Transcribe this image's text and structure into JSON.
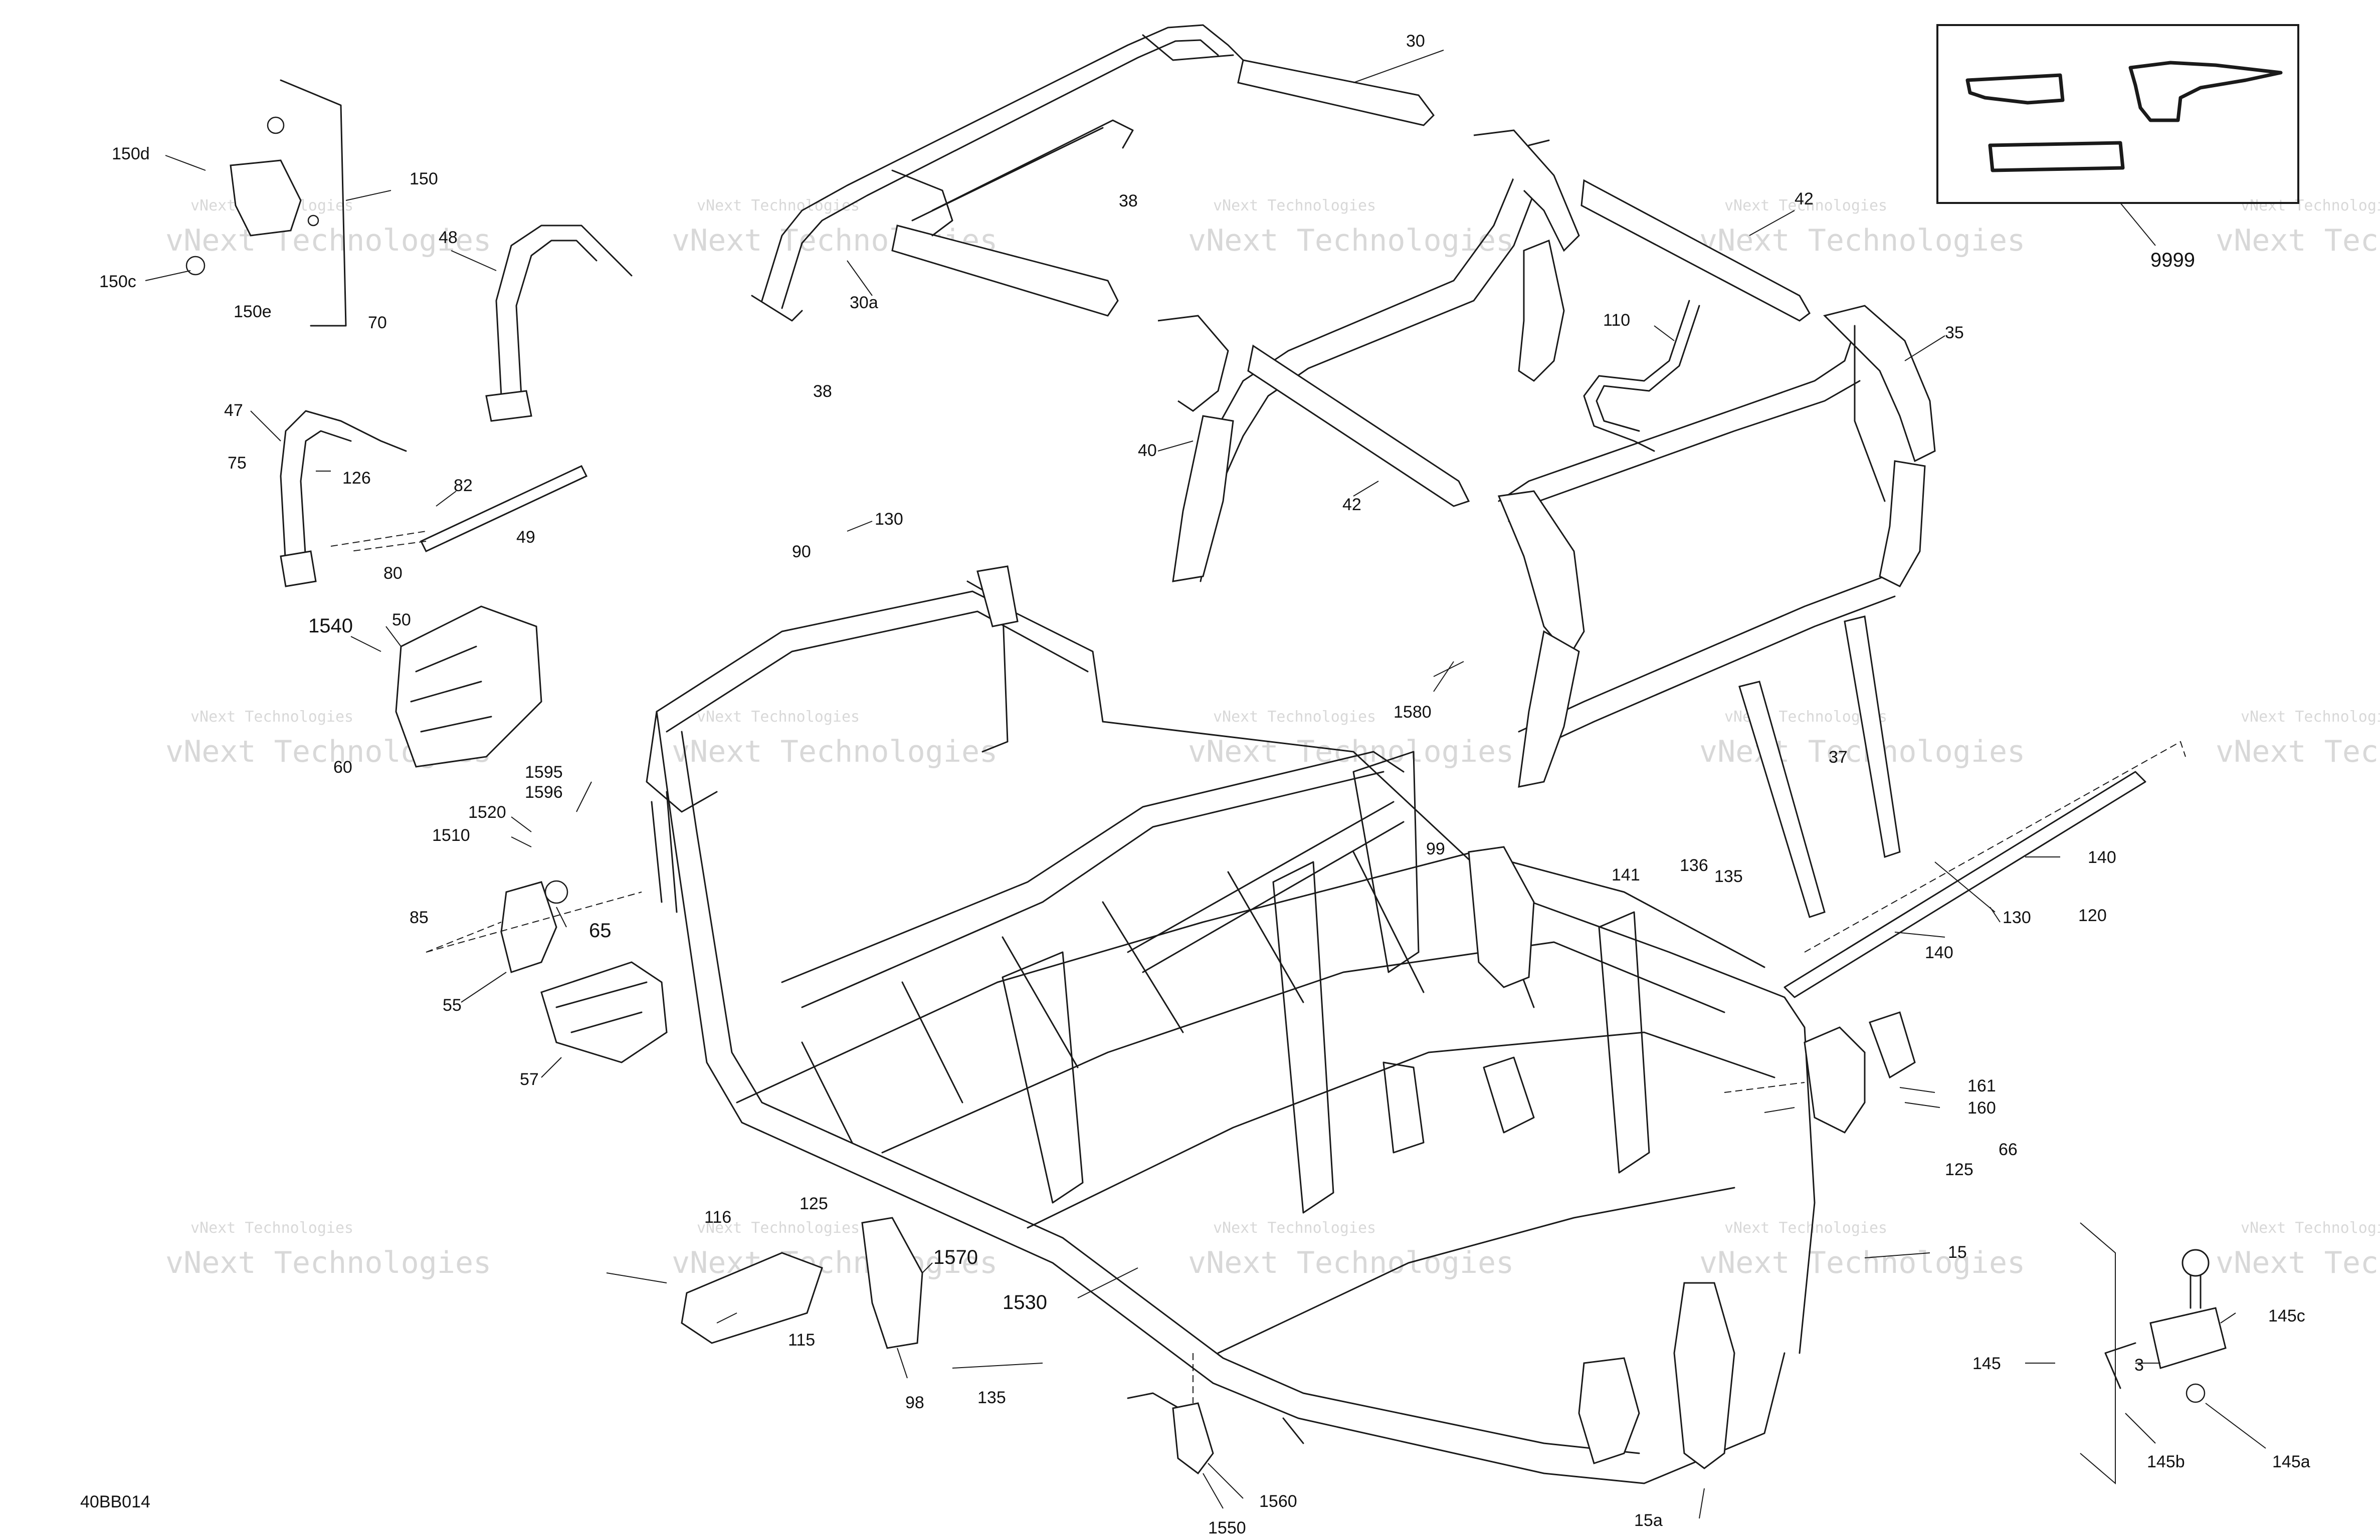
{
  "diagram_code": "40BB014",
  "watermark_text": "vNext Technologies",
  "callouts": [
    {
      "id": "30",
      "text": "30"
    },
    {
      "id": "30a",
      "text": "30a"
    },
    {
      "id": "38-top",
      "text": "38"
    },
    {
      "id": "38-mid",
      "text": "38"
    },
    {
      "id": "42-right",
      "text": "42"
    },
    {
      "id": "42-center",
      "text": "42"
    },
    {
      "id": "9999",
      "text": "9999"
    },
    {
      "id": "150",
      "text": "150"
    },
    {
      "id": "150d",
      "text": "150d"
    },
    {
      "id": "150c",
      "text": "150c"
    },
    {
      "id": "150e",
      "text": "150e"
    },
    {
      "id": "48",
      "text": "48"
    },
    {
      "id": "70",
      "text": "70"
    },
    {
      "id": "47",
      "text": "47"
    },
    {
      "id": "75",
      "text": "75"
    },
    {
      "id": "126",
      "text": "126"
    },
    {
      "id": "82",
      "text": "82"
    },
    {
      "id": "49",
      "text": "49"
    },
    {
      "id": "110",
      "text": "110"
    },
    {
      "id": "35",
      "text": "35"
    },
    {
      "id": "40",
      "text": "40"
    },
    {
      "id": "90",
      "text": "90"
    },
    {
      "id": "130-top",
      "text": "130"
    },
    {
      "id": "80",
      "text": "80"
    },
    {
      "id": "1540",
      "text": "1540"
    },
    {
      "id": "50",
      "text": "50"
    },
    {
      "id": "1580",
      "text": "1580"
    },
    {
      "id": "37",
      "text": "37"
    },
    {
      "id": "60",
      "text": "60"
    },
    {
      "id": "1595",
      "text": "1595"
    },
    {
      "id": "1596",
      "text": "1596"
    },
    {
      "id": "1520",
      "text": "1520"
    },
    {
      "id": "1510",
      "text": "1510"
    },
    {
      "id": "99",
      "text": "99"
    },
    {
      "id": "141",
      "text": "141"
    },
    {
      "id": "136",
      "text": "136"
    },
    {
      "id": "135-right",
      "text": "135"
    },
    {
      "id": "140-top",
      "text": "140"
    },
    {
      "id": "130-right",
      "text": "130"
    },
    {
      "id": "120",
      "text": "120"
    },
    {
      "id": "140-bottom",
      "text": "140"
    },
    {
      "id": "65",
      "text": "65"
    },
    {
      "id": "85",
      "text": "85"
    },
    {
      "id": "55",
      "text": "55"
    },
    {
      "id": "57",
      "text": "57"
    },
    {
      "id": "161",
      "text": "161"
    },
    {
      "id": "160",
      "text": "160"
    },
    {
      "id": "125-right",
      "text": "125"
    },
    {
      "id": "66",
      "text": "66"
    },
    {
      "id": "116",
      "text": "116"
    },
    {
      "id": "125-left",
      "text": "125"
    },
    {
      "id": "1570",
      "text": "1570"
    },
    {
      "id": "1530",
      "text": "1530"
    },
    {
      "id": "15",
      "text": "15"
    },
    {
      "id": "115",
      "text": "115"
    },
    {
      "id": "98",
      "text": "98"
    },
    {
      "id": "135-bottom",
      "text": "135"
    },
    {
      "id": "145",
      "text": "145"
    },
    {
      "id": "145c",
      "text": "145c"
    },
    {
      "id": "3",
      "text": "3"
    },
    {
      "id": "145b",
      "text": "145b"
    },
    {
      "id": "145a",
      "text": "145a"
    },
    {
      "id": "1560",
      "text": "1560"
    },
    {
      "id": "1550",
      "text": "1550"
    },
    {
      "id": "15a",
      "text": "15a"
    }
  ]
}
